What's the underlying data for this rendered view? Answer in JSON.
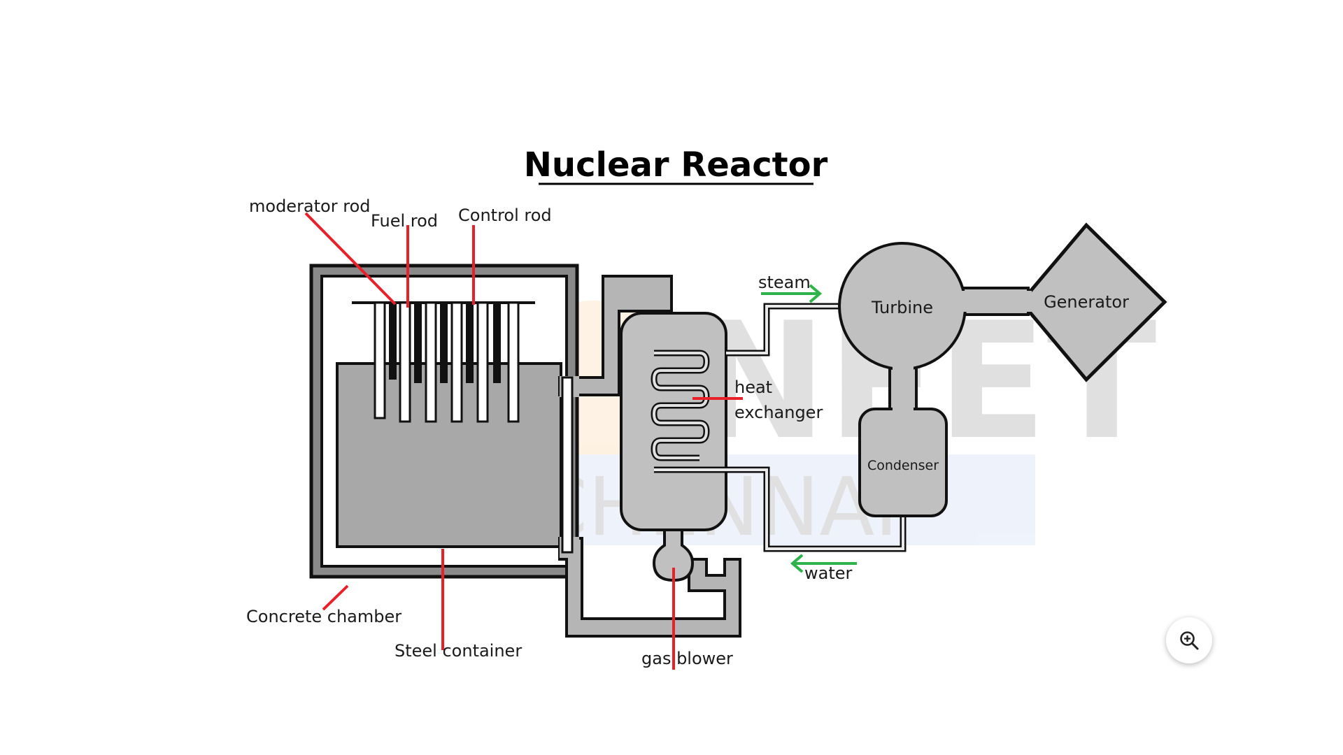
{
  "diagram": {
    "title": "Nuclear Reactor",
    "labels": {
      "moderator_rod": "moderator rod",
      "fuel_rod": "Fuel rod",
      "control_rod": "Control rod",
      "concrete_chamber": "Concrete chamber",
      "steel_container": "Steel container",
      "heat_exchanger_line1": "heat",
      "heat_exchanger_line2": "exchanger",
      "gas_blower": "gas blower",
      "steam": "steam",
      "water": "water",
      "turbine": "Turbine",
      "generator": "Generator",
      "condenser": "Condenser"
    },
    "watermark": {
      "line1": "NEET",
      "line2": "CHENNAI"
    },
    "colors": {
      "leader_line": "#e8202a",
      "flow_arrow": "#2db34a",
      "component_fill": "#c0c0c0",
      "coolant_fill": "#a8a8a8",
      "outline": "#111111"
    }
  },
  "controls": {
    "zoom_icon": "zoom-in-icon"
  }
}
